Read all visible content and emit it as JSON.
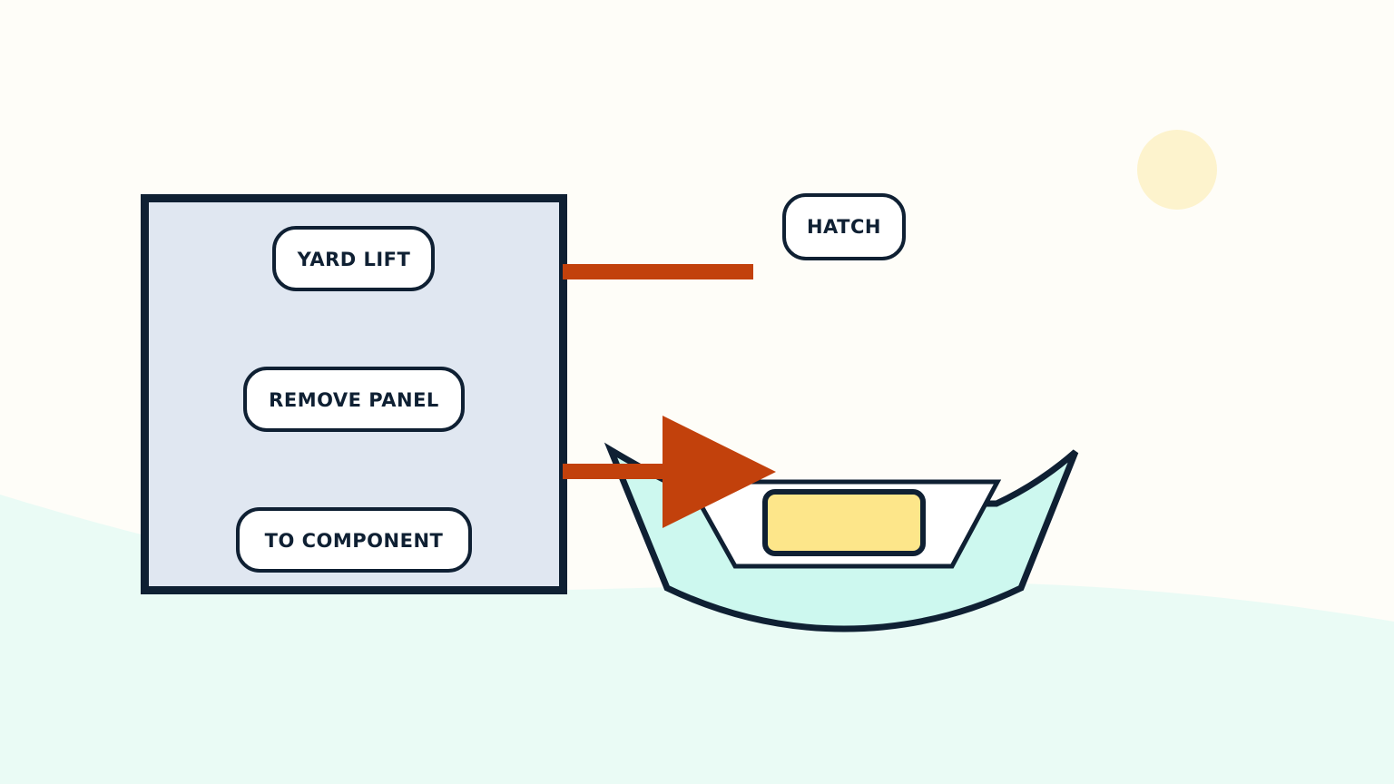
{
  "colors": {
    "background": "#FEFDF8",
    "ground": "#EAFBF5",
    "sun": "#FDF3CD",
    "panel_fill": "#E0E7F1",
    "outline": "#0F2033",
    "pill_fill": "#FFFFFF",
    "arrow": "#C2410C",
    "hull_fill": "#CDF8EF",
    "cargo_fill": "#FDE68A"
  },
  "panel": {
    "steps": [
      {
        "label": "YARD LIFT"
      },
      {
        "label": "REMOVE PANEL"
      },
      {
        "label": "TO COMPONENT"
      }
    ]
  },
  "target": {
    "label": "HATCH"
  },
  "icons": {
    "sun": "sun-icon",
    "boat": "boat-icon",
    "cargo": "cargo-icon"
  }
}
